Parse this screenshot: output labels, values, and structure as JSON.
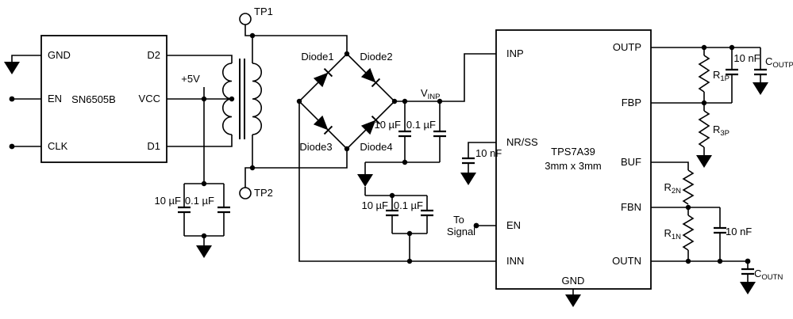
{
  "colors": {
    "wire": "#000000",
    "background": "#ffffff",
    "symbol_fill": "#000000"
  },
  "left_ic": {
    "title": "SN6505B",
    "pins": {
      "gnd": "GND",
      "en": "EN",
      "clk": "CLK",
      "d2": "D2",
      "vcc": "VCC",
      "d1": "D1"
    }
  },
  "supply": {
    "label": "+5V"
  },
  "test_points": {
    "tp1": "TP1",
    "tp2": "TP2"
  },
  "diodes": {
    "d1": "Diode1",
    "d2": "Diode2",
    "d3": "Diode3",
    "d4": "Diode4"
  },
  "capacitors": {
    "supply_pair": {
      "c1": "10 µF",
      "c2": "0.1 µF"
    },
    "vinp_pair": {
      "c1": "10 µF",
      "c2": "0.1 µF"
    },
    "inn_pair": {
      "c1": "10 µF",
      "c2": "0.1 µF"
    },
    "nrss": "10 nF",
    "ff_pos": "10 nF",
    "ff_neg": "10 nF",
    "coutp": {
      "base": "C",
      "sub": "OUTP"
    },
    "coutn": {
      "base": "C",
      "sub": "OUTN"
    }
  },
  "nets": {
    "vinp": {
      "base": "V",
      "sub": "INP"
    },
    "to_signal": {
      "line1": "To",
      "line2": "Signal"
    }
  },
  "right_ic": {
    "title": "TPS7A39",
    "package": "3mm x 3mm",
    "pins": {
      "inp": "INP",
      "nrss": "NR/SS",
      "en": "EN",
      "inn": "INN",
      "outp": "OUTP",
      "fbp": "FBP",
      "buf": "BUF",
      "fbn": "FBN",
      "outn": "OUTN",
      "gnd": "GND"
    }
  },
  "resistors": {
    "r1p": {
      "base": "R",
      "sub": "1P"
    },
    "r3p": {
      "base": "R",
      "sub": "3P"
    },
    "r2n": {
      "base": "R",
      "sub": "2N"
    },
    "r1n": {
      "base": "R",
      "sub": "1N"
    }
  }
}
